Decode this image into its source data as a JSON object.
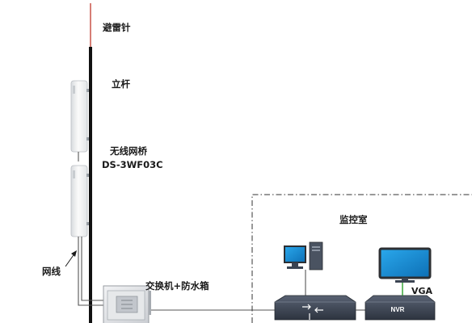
{
  "labels": {
    "lightning_rod": "避雷针",
    "pole": "立杆",
    "bridge_name": "无线网桥",
    "bridge_model": "DS-3WF03C",
    "network_cable": "网线",
    "switch_box": "交换机+防水箱",
    "monitor_room": "监控室",
    "vga": "VGA",
    "nvr": "NVR"
  },
  "icons": {
    "lightning_rod": "lightning-rod-icon",
    "bridge": "wireless-bridge-icon",
    "switch_box": "waterproof-box-icon",
    "pc": "desktop-computer-icon",
    "monitor": "monitor-icon",
    "switch": "network-switch-icon",
    "nvr": "nvr-device-icon"
  },
  "colors": {
    "lightning_rod": "#c0392b",
    "pole": "#111111",
    "screen_blue": "#1e8fd6",
    "device_dark": "#3b4452",
    "cable": "#555555"
  }
}
